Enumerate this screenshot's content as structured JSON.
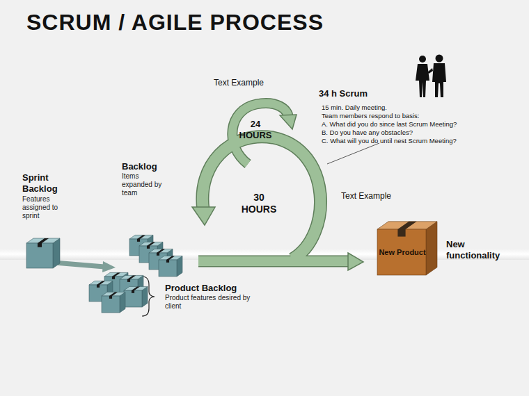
{
  "diagram": {
    "title": "SCRUM / AGILE PROCESS",
    "nodes": [
      {
        "text": [
          "Sprint Backlog",
          "Features assigned to sprint"
        ]
      },
      {
        "text": [
          "Backlog",
          "Items expanded by team"
        ]
      },
      {
        "text": [
          "Product Backlog",
          "Product features desired by client"
        ]
      },
      {
        "text": [
          "New Product",
          "New functionality"
        ]
      }
    ],
    "labels": [
      "Text Example",
      "24 HOURS",
      "30 HOURS",
      "34 h Scrum",
      "15 min. Daily meeting.",
      "Team members respond to basis:",
      "A. What did you do since last Scrum Meeting?",
      "B. Do you have any obstacles?",
      "C. What will you do until nest Scrum Meeting?",
      "Text Example"
    ]
  }
}
